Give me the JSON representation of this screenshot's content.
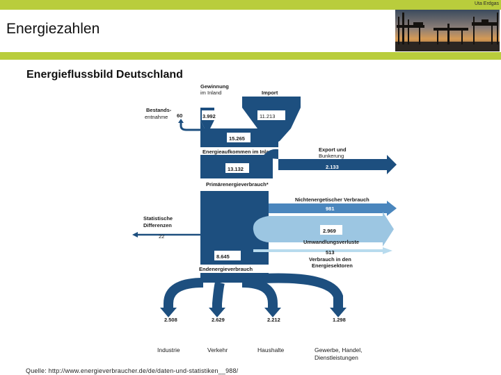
{
  "header": {
    "brand": "Uta Erdgas",
    "title": "Energiezahlen"
  },
  "slide": {
    "subtitle": "Energieflussbild Deutschland",
    "source": "Quelle: http://www.energieverbraucher.de/de/daten-und-statistiken__988/"
  },
  "diagram": {
    "gewinnung_label_1": "Gewinnung",
    "gewinnung_label_2": "im Inland",
    "import_label": "Import",
    "bestands_label_1": "Bestands-",
    "bestands_label_2": "entnahme",
    "bestands_value": "60",
    "gewinnung_value": "3.992",
    "import_value": "11.213",
    "aufkommen_value": "15.265",
    "aufkommen_label": "Energieaufkommen im Inland",
    "export_label_1": "Export und",
    "export_label_2": "Bunkerung",
    "export_value": "2.133",
    "primaer_value": "13.132",
    "primaer_label": "Primärenergieverbrauch*",
    "nichtenergetisch_label": "Nichtenergetischer Verbrauch",
    "nichtenergetisch_value": "981",
    "statistische_label_1": "Statistische",
    "statistische_label_2": "Differenzen",
    "statistische_value": "22",
    "umwandlung_value": "2.969",
    "umwandlung_label": "Umwandlungsverluste",
    "sektoren_value": "513",
    "sektoren_label_1": "Verbrauch in den",
    "sektoren_label_2": "Energiesektoren",
    "endenergie_value": "8.645",
    "endenergie_label": "Endenergieverbrauch",
    "industrie_value": "2.508",
    "verkehr_value": "2.629",
    "haushalte_value": "2.212",
    "gewerbe_value": "1.298",
    "industrie_label": "Industrie",
    "verkehr_label": "Verkehr",
    "haushalte_label": "Haushalte",
    "gewerbe_label_1": "Gewerbe, Handel,",
    "gewerbe_label_2": "Dienstleistungen"
  },
  "colors": {
    "accent_green": "#b9cd3c",
    "flow_dark": "#1d4f7f",
    "flow_mid": "#4a86bd",
    "flow_light": "#9cc6e2",
    "flow_pale": "#b8dbee"
  }
}
